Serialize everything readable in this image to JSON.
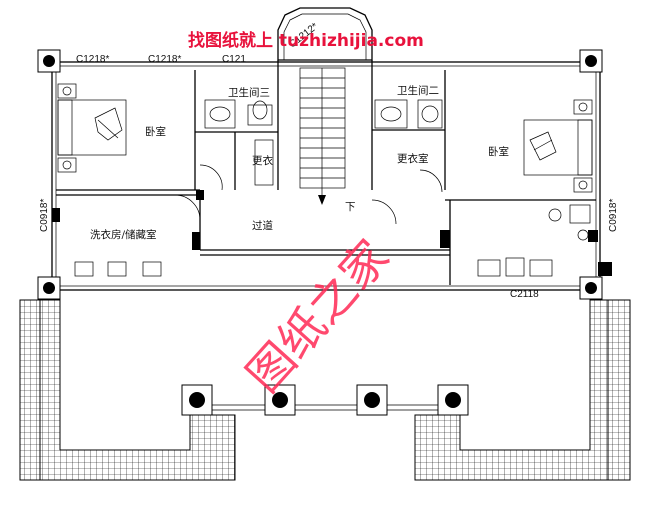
{
  "watermark": {
    "top_text": "找图纸就上 tuzhizhijia.com",
    "big_text": "图纸之家",
    "color": "#ff2a55"
  },
  "rooms": {
    "bedroom_left": "卧室",
    "bedroom_right": "卧室",
    "bathroom_left": "卫生间三",
    "bathroom_right": "卫生间二",
    "closet_left": "更衣",
    "closet_right": "更衣室",
    "laundry": "洗衣房/储藏室",
    "corridor": "过道",
    "stair_down": "下"
  },
  "window_codes": {
    "top_left_1": "C1218*",
    "top_left_2": "C1218*",
    "top_mid": "C121",
    "side_left": "C0918*",
    "side_right": "C0918*",
    "bottom_right": "C2118",
    "stair_window": "C1212*"
  },
  "colors": {
    "line": "#000000",
    "background": "#ffffff"
  }
}
